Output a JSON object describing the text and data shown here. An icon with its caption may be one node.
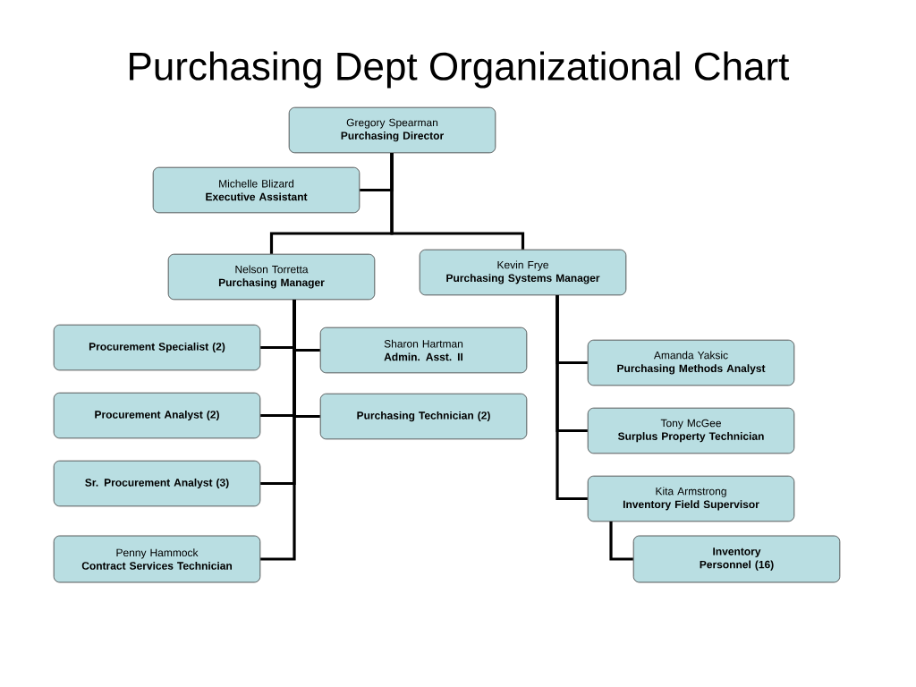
{
  "diagram": {
    "title": "Purchasing Dept Organizational Chart",
    "nodes": [
      {
        "text": [
          "Gregory Spearman",
          "Purchasing Director"
        ]
      },
      {
        "text": [
          "Michelle Blizard",
          "Executive Assistant"
        ]
      },
      {
        "text": [
          "Nelson Torretta",
          "Purchasing Manager"
        ]
      },
      {
        "text": [
          "Kevin Frye",
          "Purchasing Systems Manager"
        ]
      },
      {
        "text": [
          "Procurement Specialist (2)"
        ]
      },
      {
        "text": [
          "Sharon Hartman",
          "Admin. Asst. II"
        ]
      },
      {
        "text": [
          "Amanda Yaksic",
          "Purchasing Methods Analyst"
        ]
      },
      {
        "text": [
          "Procurement Analyst (2)"
        ]
      },
      {
        "text": [
          "Purchasing Technician (2)"
        ]
      },
      {
        "text": [
          "Tony McGee",
          "Surplus Property Technician"
        ]
      },
      {
        "text": [
          "Sr. Procurement Analyst (3)"
        ]
      },
      {
        "text": [
          "Kita Armstrong",
          "Inventory Field Supervisor"
        ]
      },
      {
        "text": [
          "Penny Hammock",
          "Contract Services Technician"
        ]
      },
      {
        "text": [
          "Inventory Personnel (16)"
        ]
      }
    ],
    "edges": [
      {
        "from": 0,
        "to": 1,
        "arrow": "none"
      },
      {
        "from": 0,
        "to": 2,
        "arrow": "none"
      },
      {
        "from": 0,
        "to": 3,
        "arrow": "none"
      },
      {
        "from": 2,
        "to": 4,
        "arrow": "none"
      },
      {
        "from": 2,
        "to": 5,
        "arrow": "none"
      },
      {
        "from": 2,
        "to": 7,
        "arrow": "none"
      },
      {
        "from": 2,
        "to": 8,
        "arrow": "none"
      },
      {
        "from": 2,
        "to": 10,
        "arrow": "none"
      },
      {
        "from": 2,
        "to": 12,
        "arrow": "none"
      },
      {
        "from": 3,
        "to": 6,
        "arrow": "none"
      },
      {
        "from": 3,
        "to": 9,
        "arrow": "none"
      },
      {
        "from": 3,
        "to": 11,
        "arrow": "none"
      },
      {
        "from": 11,
        "to": 13,
        "arrow": "none"
      }
    ]
  }
}
